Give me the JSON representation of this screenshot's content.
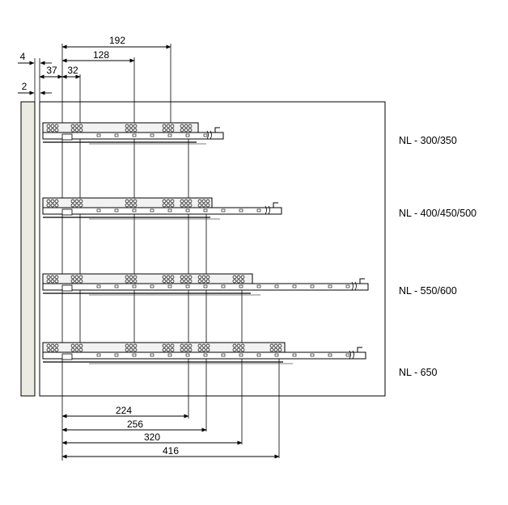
{
  "dimensions": {
    "top": [
      "192",
      "128",
      "4",
      "37",
      "32",
      "2"
    ],
    "bottom": [
      "224",
      "256",
      "320",
      "416"
    ]
  },
  "rows": [
    {
      "label": "NL - 300/350"
    },
    {
      "label": "NL - 400/450/500"
    },
    {
      "label": "NL - 550/600"
    },
    {
      "label": "NL - 650"
    }
  ]
}
